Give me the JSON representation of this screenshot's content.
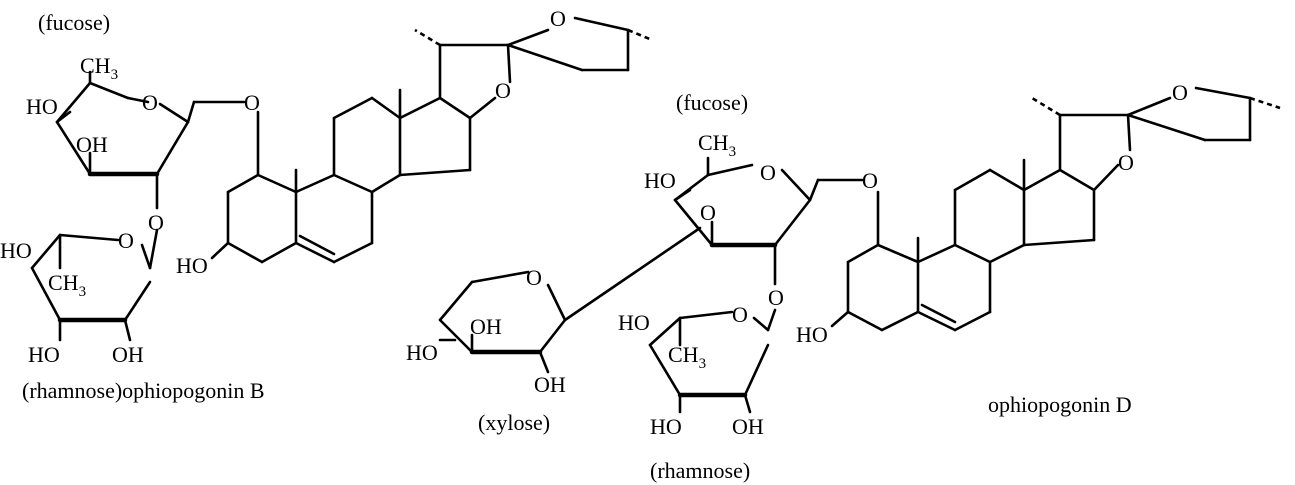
{
  "molecule_b": {
    "labels": {
      "fucose": "(fucose)",
      "rhamnose_name": "(rhamnose)ophiopogonin  B"
    },
    "atoms": {
      "ch3_top": "CH",
      "ch3_top_sub": "3",
      "ho_fuc": "HO",
      "oh_fuc": "OH",
      "o_fuc_ring": "O",
      "o_link": "O",
      "o_fuc_rha": "O",
      "ho_rha": "HO",
      "ch3_rha": "CH",
      "ch3_rha_sub": "3",
      "o_rha_ring": "O",
      "ho_rha_b1": "HO",
      "oh_rha_b2": "OH",
      "ho_steroid": "HO",
      "o_furan": "O",
      "o_pyran": "O"
    }
  },
  "molecule_d": {
    "labels": {
      "fucose": "(fucose)",
      "xylose": "(xylose)",
      "rhamnose": "(rhamnose)",
      "name": "ophiopogonin D"
    },
    "atoms": {
      "ch3_top": "CH",
      "ch3_top_sub": "3",
      "ho_fuc": "HO",
      "o_fuc_ring": "O",
      "o_fuc_xyl": "O",
      "o_link": "O",
      "o_fuc_rha": "O",
      "o_xyl_ring": "O",
      "oh_xyl_1": "OH",
      "ho_xyl": "HO",
      "oh_xyl_2": "OH",
      "ho_rha": "HO",
      "ch3_rha": "CH",
      "ch3_rha_sub": "3",
      "o_rha_ring": "O",
      "ho_rha_b1": "HO",
      "oh_rha_b2": "OH",
      "ho_steroid": "HO",
      "o_furan": "O",
      "o_pyran": "O"
    }
  }
}
